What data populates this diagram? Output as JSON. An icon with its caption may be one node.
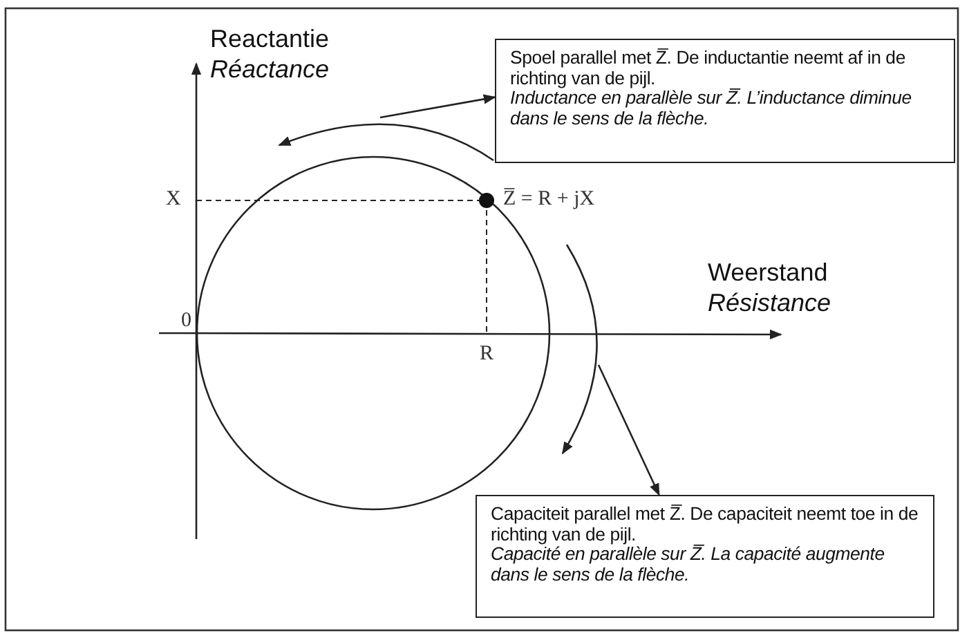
{
  "diagram": {
    "nodes": [
      {
        "text": [
          "Spoel parallel met Z̅. De inductantie neemt af in de richting van de pijl.",
          "Inductance en parallèle sur Z̅. L’inductance diminue dans le sens de la flèche."
        ]
      },
      {
        "text": [
          "Capaciteit parallel met Z̅. De capaciteit neemt toe in de richting van de pijl.",
          "Capacité en parallèle sur Z̅. La capacité augmente dans le sens de la flèche."
        ]
      }
    ],
    "edges": [
      {
        "from": null,
        "to": 0,
        "arrow": "to"
      },
      {
        "from": null,
        "to": 1,
        "arrow": "to"
      }
    ],
    "labels": [
      "Reactantie",
      "Réactance",
      "X",
      "Z̅ = R + jX",
      "Weerstand",
      "Résistance",
      "0",
      "R"
    ]
  }
}
